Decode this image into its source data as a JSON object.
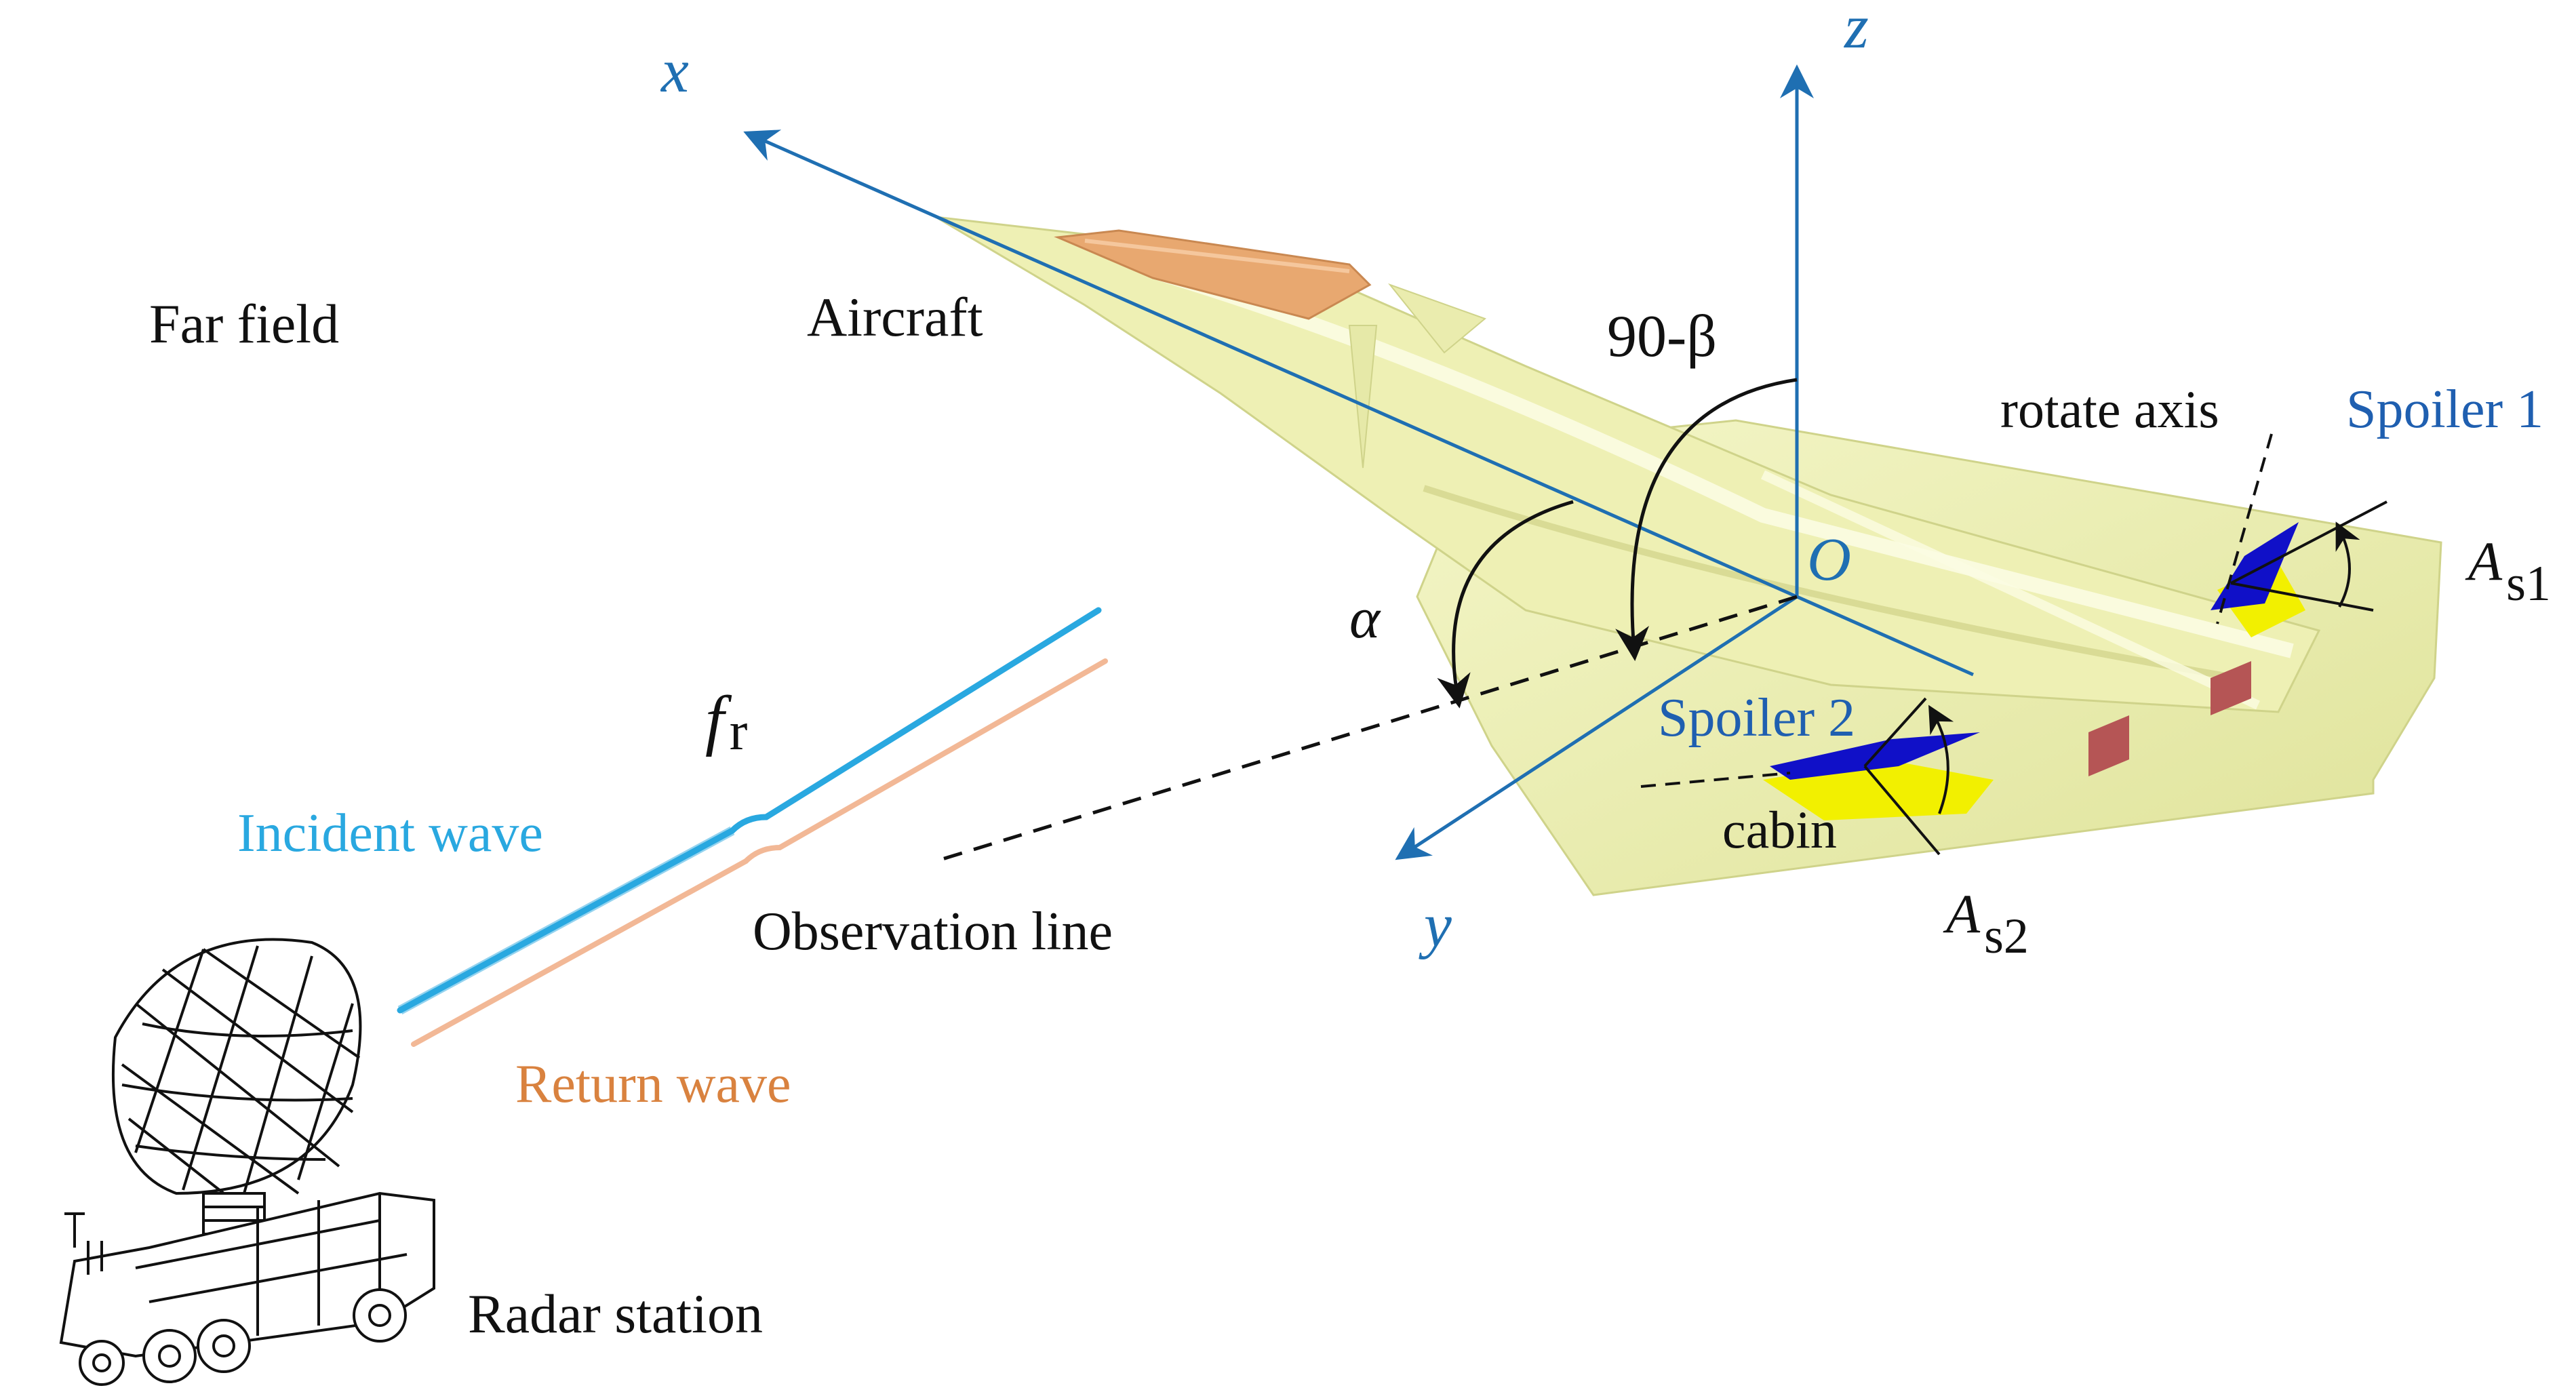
{
  "labels": {
    "far_field": "Far field",
    "aircraft": "Aircraft",
    "angle_beta": "90-β",
    "rotate_axis": "rotate axis",
    "spoiler1": "Spoiler 1",
    "spoiler2": "Spoiler 2",
    "origin": "O",
    "alpha": "α",
    "as1_main": "A",
    "as1_sub": "s1",
    "as2_main": "A",
    "as2_sub": "s2",
    "cabin": "cabin",
    "fr_main": "f",
    "fr_sub": "r",
    "incident_wave": "Incident wave",
    "return_wave": "Return wave",
    "observation_line": "Observation line",
    "radar_station": "Radar station",
    "axis_x": "x",
    "axis_y": "y",
    "axis_z": "z"
  },
  "colors": {
    "axis": "#1f6fb2",
    "aircraft_body": "#eef0b4",
    "aircraft_shade": "#d9dc8f",
    "canopy": "#e8a870",
    "spoiler_blue": "#1010c8",
    "spoiler_yellow": "#f2f000",
    "nozzle": "#b55555",
    "incident_wave": "#29a8e0",
    "return_wave": "#f2b896",
    "return_label": "#d9823f",
    "incident_label": "#29a8e0",
    "spoiler_label": "#1f5fb0",
    "text": "#111111"
  },
  "icons": {
    "radar": "radar-station-icon",
    "aircraft": "aircraft-model"
  }
}
